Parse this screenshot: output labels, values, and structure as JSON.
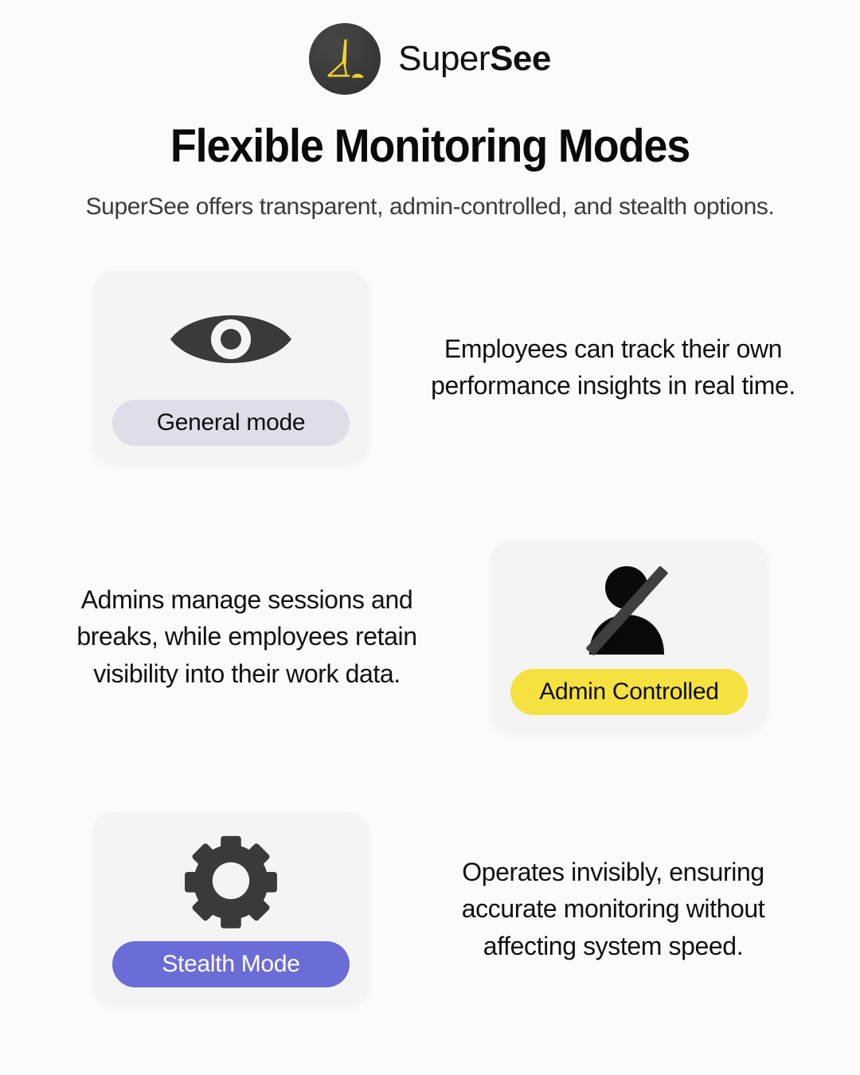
{
  "brand": {
    "logo_icon": "supersee-monitor-logo-icon",
    "name_light": "Super",
    "name_bold": "See",
    "logo_circle_color": "#3a3a3a",
    "logo_mark_color": "#f5d02c"
  },
  "header": {
    "title": "Flexible Monitoring Modes",
    "subtitle": "SuperSee offers transparent, admin-controlled, and stealth options."
  },
  "modes": [
    {
      "icon": "eye-icon",
      "icon_color": "#3a3a3a",
      "pill_label": "General mode",
      "pill_color": "#dedee8",
      "pill_text_color": "#0d0d0d",
      "description": "Employees can track their own performance insights in real time.",
      "card_color": "#f4f4f5"
    },
    {
      "icon": "user-slash-icon",
      "icon_color": "#0a0a0a",
      "pill_label": "Admin Controlled",
      "pill_color": "#f5e13f",
      "pill_text_color": "#0d0d0d",
      "description": "Admins manage sessions and breaks, while employees retain visibility into their work data.",
      "card_color": "#f4f4f5"
    },
    {
      "icon": "gear-icon",
      "icon_color": "#3a3a3a",
      "pill_label": "Stealth Mode",
      "pill_color": "#6b6cd6",
      "pill_text_color": "#ffffff",
      "description": "Operates invisibly, ensuring accurate monitoring without affecting system speed.",
      "card_color": "#f4f4f5"
    }
  ],
  "page": {
    "background_color": "#fbfbfb",
    "text_color": "#111111"
  }
}
